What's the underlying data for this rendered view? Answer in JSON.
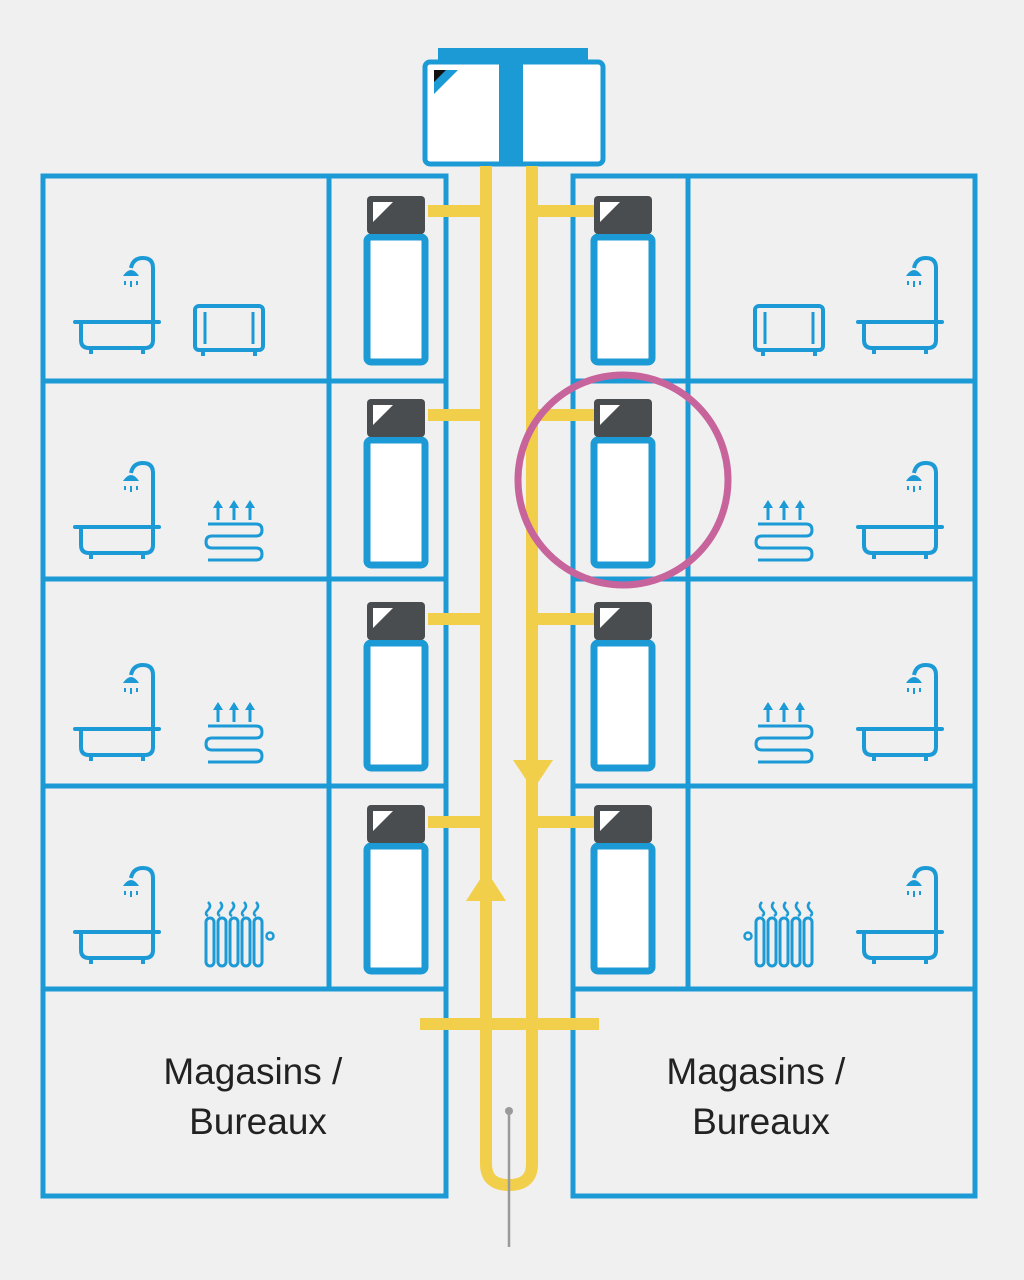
{
  "colors": {
    "background": "#f0f0f1",
    "building_blue": "#1c9ad6",
    "pipe_yellow": "#f2cf4a",
    "unit_cap_dark": "#4a4d50",
    "highlight_magenta": "#c8649c",
    "text": "#222222",
    "drain_grey": "#9a9a9a"
  },
  "diagram": {
    "left_ground_label": [
      "Magasins /",
      "Bureaux"
    ],
    "right_ground_label": [
      "Magasins /",
      "Bureaux"
    ],
    "floors": [
      {
        "level": 4,
        "left_emitter": "radiator-panel-icon",
        "right_emitter": "radiator-panel-icon",
        "left_has_bathtub": true,
        "right_has_bathtub": true
      },
      {
        "level": 3,
        "left_emitter": "underfloor-heating-icon",
        "right_emitter": "underfloor-heating-icon",
        "left_has_bathtub": true,
        "right_has_bathtub": true
      },
      {
        "level": 2,
        "left_emitter": "underfloor-heating-icon",
        "right_emitter": "underfloor-heating-icon",
        "left_has_bathtub": true,
        "right_has_bathtub": true
      },
      {
        "level": 1,
        "left_emitter": "column-radiator-icon",
        "right_emitter": "column-radiator-icon",
        "left_has_bathtub": true,
        "right_has_bathtub": true
      }
    ],
    "highlighted_unit": "right-floor-3-unit",
    "pipe_flow": {
      "left_riser": "up",
      "right_riser": "down"
    },
    "roof_unit": "central-heat-pump-icon"
  }
}
